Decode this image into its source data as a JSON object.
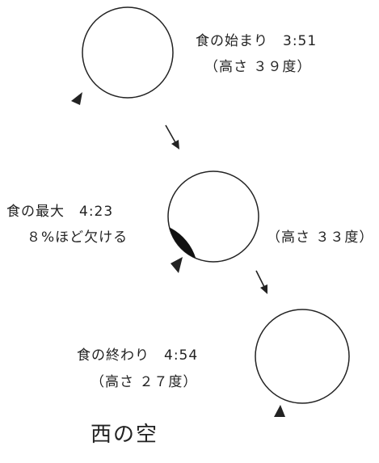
{
  "diagram": {
    "stages": [
      {
        "label": "食の始まり　3:51",
        "altitude": "（高さ ３９度）"
      },
      {
        "label": "食の最大　4:23",
        "coverage": "８%ほど欠ける",
        "altitude": "（高さ ３３度）"
      },
      {
        "label": "食の終わり　4:54",
        "altitude": "（高さ ２７度）"
      }
    ],
    "caption": "西の空",
    "colors": {
      "ink": "#222222",
      "background": "#ffffff"
    }
  }
}
